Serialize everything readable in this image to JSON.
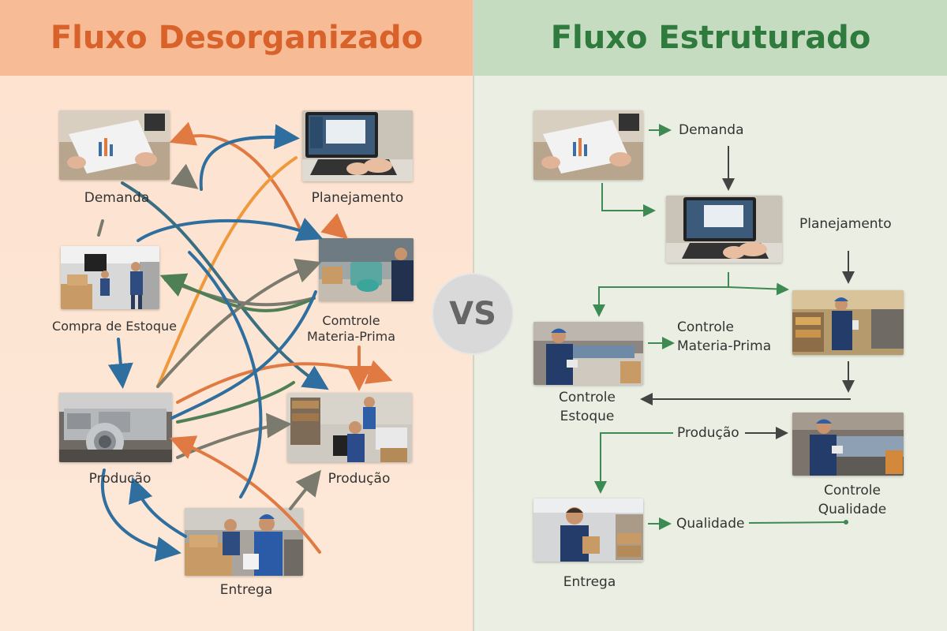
{
  "vs_label": "VS",
  "left": {
    "title": "Fluxo Desorganizado",
    "labels": {
      "demanda": "Demanda",
      "planejamento": "Planejamento",
      "compra_estoque": "Compra de Estoque",
      "controle_materia_prima": "Comtrole\nMateria-Prima",
      "producao_1": "Producão",
      "producao_2": "Produção",
      "entrega": "Entrega"
    }
  },
  "right": {
    "title": "Fluxo Estruturado",
    "labels": {
      "demanda": "Demanda",
      "planejamento": "Planejamento",
      "controle_materia_prima": "Controle\nMateria-Prima",
      "controle_estoque": "Controle\nEstoque",
      "producao": "Produção",
      "controle_qualidade": "Controle\nQualidade",
      "qualidade": "Qualidade",
      "entrega": "Entrega"
    }
  },
  "colors": {
    "orange": "#e07a42",
    "blue": "#2f6f9f",
    "gray": "#7a7a6e",
    "green_dark": "#4f7f55",
    "orange_light": "#ee9a3c",
    "flow_green": "#3e8a53",
    "flow_dark": "#444444"
  }
}
